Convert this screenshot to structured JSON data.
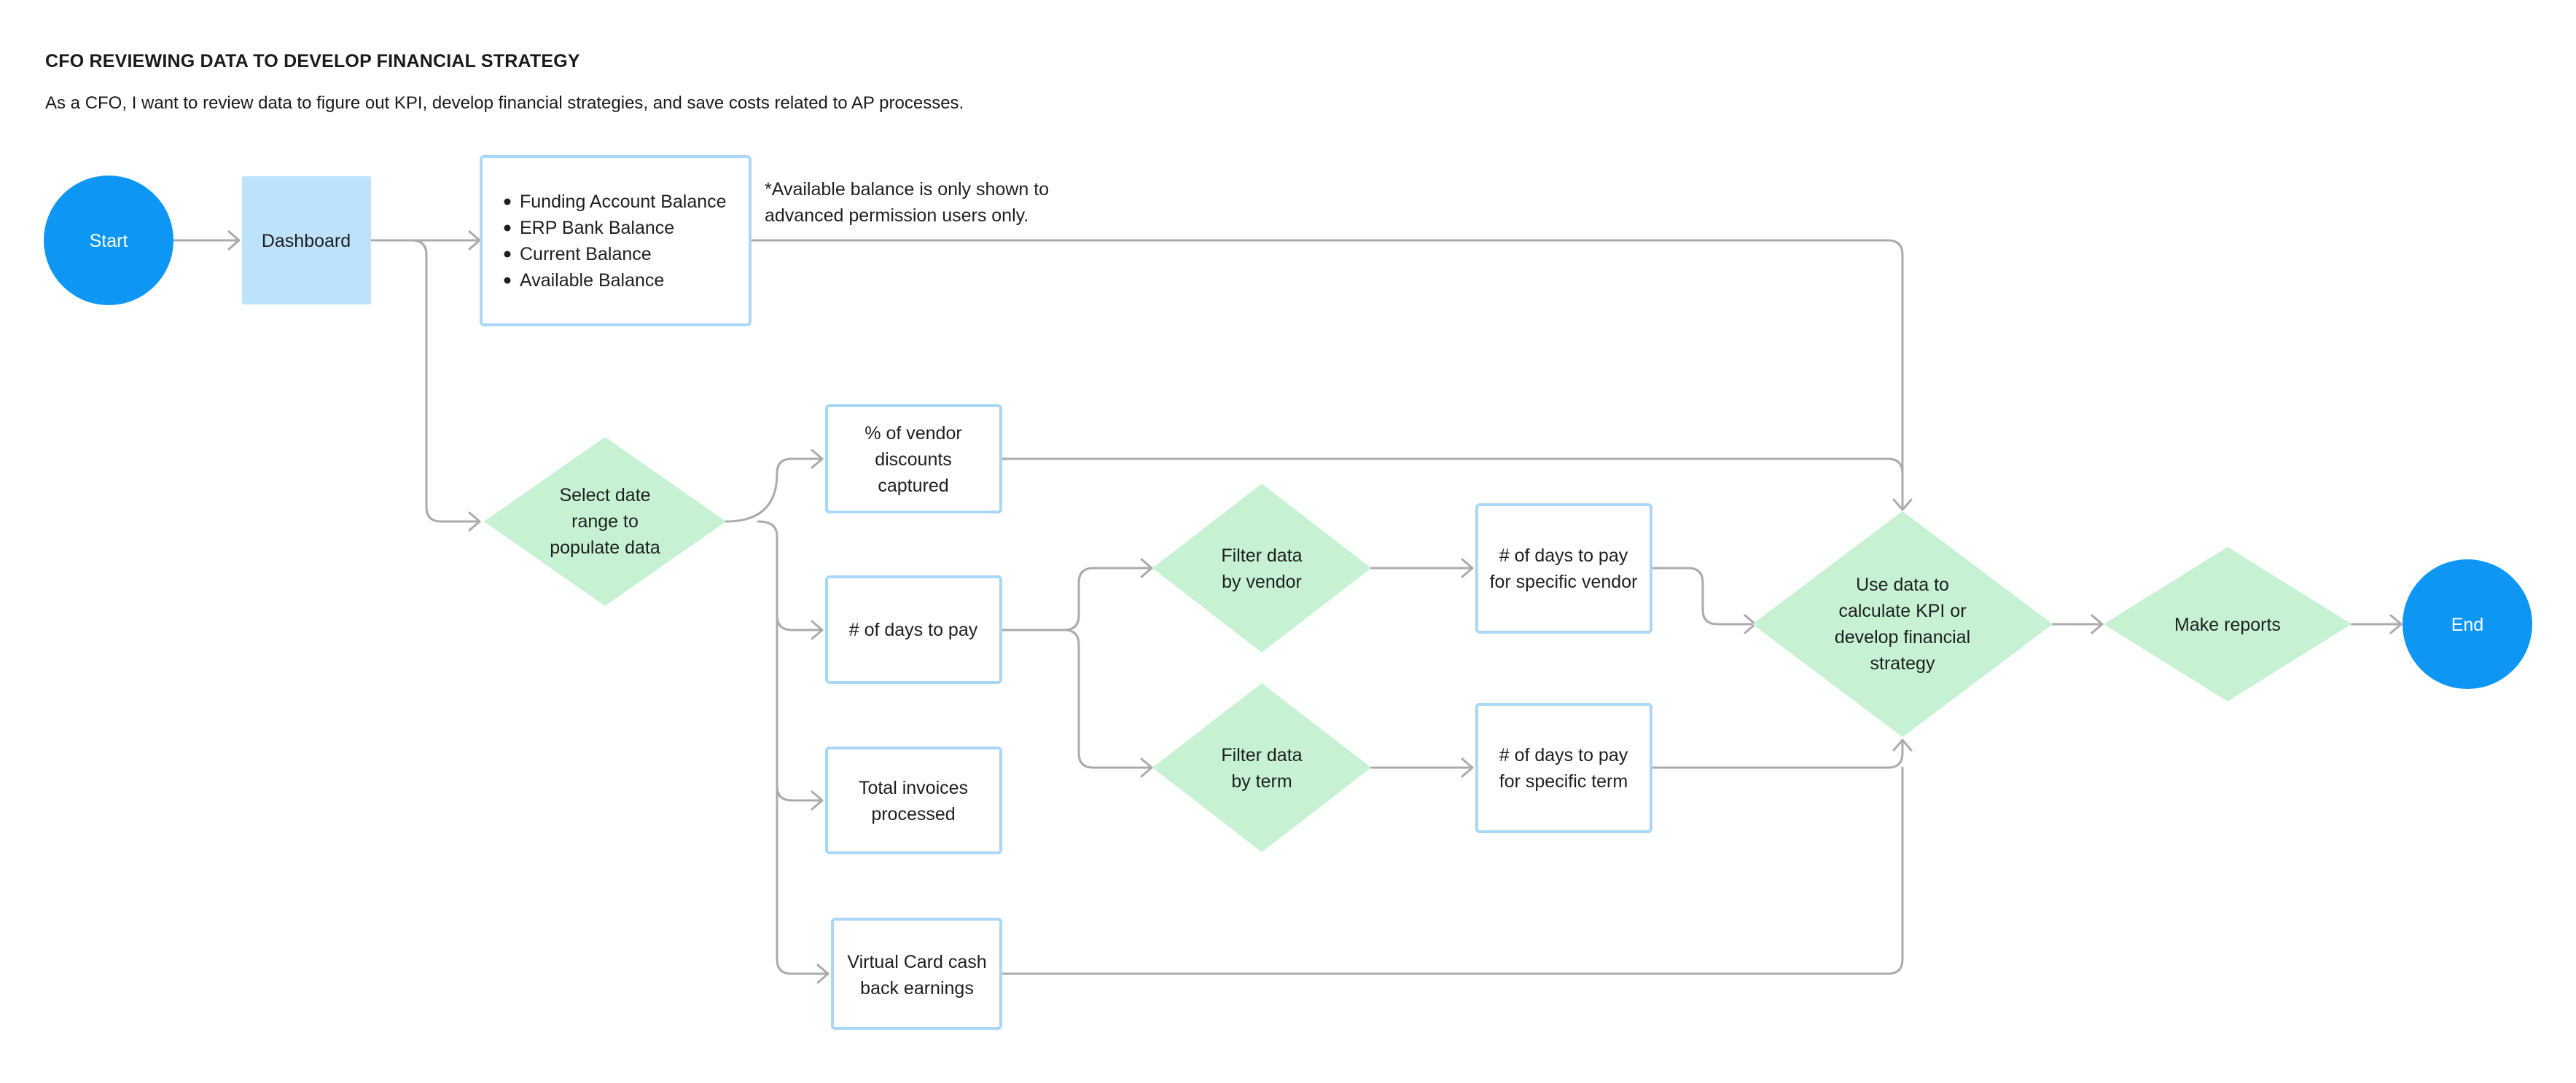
{
  "title": "CFO REVIEWING DATA TO DEVELOP FINANCIAL STRATEGY",
  "subtitle": "As a CFO, I want to review data to figure out KPI, develop financial strategies, and save costs related to AP processes.",
  "nodes": {
    "start": "Start",
    "dashboard": "Dashboard",
    "balances": [
      "Funding Account Balance",
      "ERP Bank Balance",
      "Current Balance",
      "Available Balance"
    ],
    "note": [
      "*Available balance is only shown to",
      "advanced permission users only."
    ],
    "select_date": [
      "Select date",
      "range to",
      "populate data"
    ],
    "vendor_discounts": [
      "% of vendor",
      "discounts",
      "captured"
    ],
    "days_to_pay": "# of days to pay",
    "total_invoices": [
      "Total invoices",
      "processed"
    ],
    "virtual_card": [
      "Virtual Card cash",
      "back earnings"
    ],
    "filter_vendor": [
      "Filter data",
      "by vendor"
    ],
    "filter_term": [
      "Filter data",
      "by term"
    ],
    "days_vendor": [
      "# of days to pay",
      "for specific vendor"
    ],
    "days_term": [
      "# of days to pay",
      "for specific term"
    ],
    "use_data": [
      "Use data to",
      "calculate KPI or",
      "develop financial",
      "strategy"
    ],
    "make_reports": "Make reports",
    "end": "End"
  },
  "colors": {
    "terminal": "#0d96f4",
    "dashboard_fill": "#bde3fc",
    "box_border": "#a9d7f7",
    "decision_fill": "#c6f2d3",
    "connector": "#ababab"
  }
}
